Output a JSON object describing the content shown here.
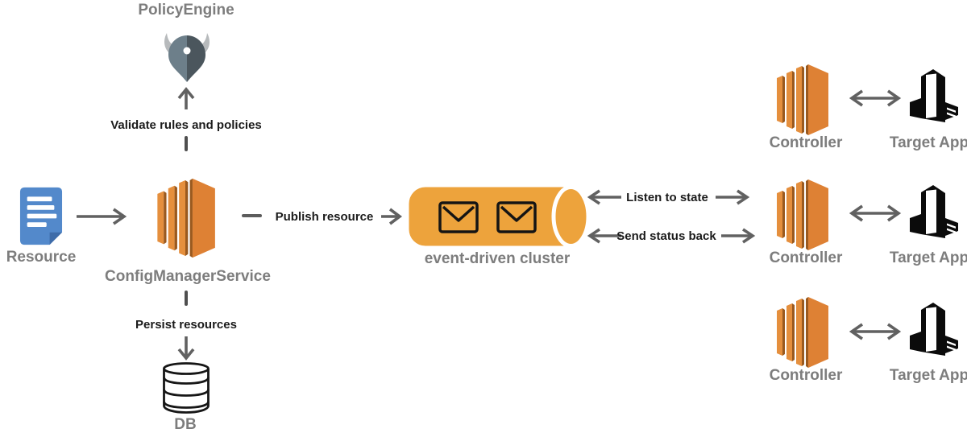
{
  "policy_engine": {
    "title": "PolicyEngine"
  },
  "labels": {
    "validate": "Validate rules and policies",
    "publish": "Publish resource",
    "listen": "Listen to state",
    "send": "Send status back",
    "persist": "Persist resources",
    "cluster": "event-driven cluster",
    "resource": "Resource",
    "config_manager": "ConfigManagerService",
    "db": "DB"
  },
  "rows": [
    {
      "controller": "Controller",
      "target": "Target App"
    },
    {
      "controller": "Controller",
      "target": "Target App"
    },
    {
      "controller": "Controller",
      "target": "Target App"
    }
  ],
  "colors": {
    "aws_orange_face": "#DE8134",
    "aws_orange_light": "#E58F3D",
    "aws_orange_dark": "#9A591E",
    "cluster_amber": "#EDA33C",
    "doc_blue": "#5389CB",
    "doc_blue_dark": "#3E6CA9",
    "helmet_light": "#6D7F8A",
    "helmet_dark": "#4B565D",
    "horn_gray": "#B7BABC",
    "arrow_gray": "#616161",
    "label_gray": "#7D7D7D",
    "label_black": "#1B1B1B"
  }
}
